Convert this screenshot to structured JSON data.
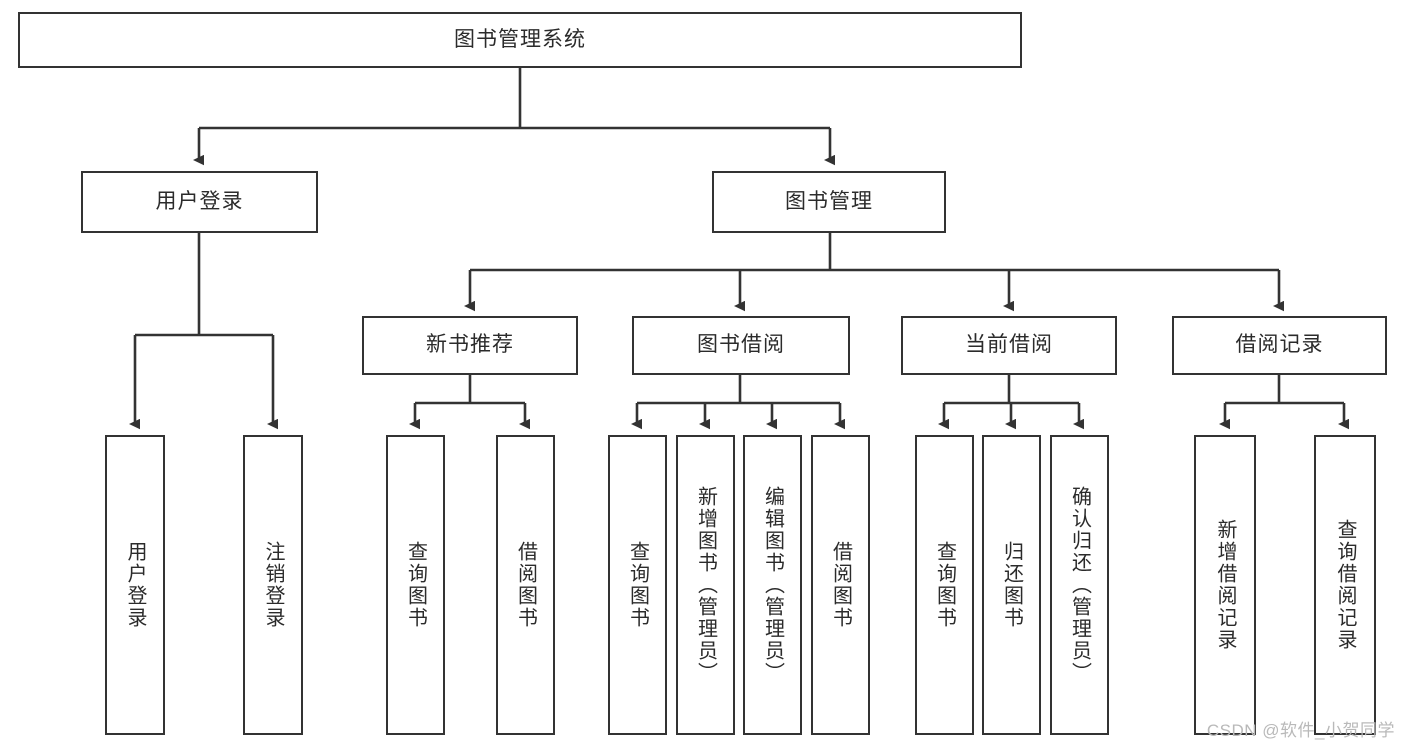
{
  "diagram": {
    "title": "图书管理系统",
    "type": "tree-hierarchy-diagram",
    "watermark": "CSDN @软件_小贺同学",
    "colors": {
      "box_border": "#333333",
      "box_fill": "#ffffff",
      "edge": "#333333",
      "text": "#2b2b2b",
      "watermark": "#b9b9b9"
    },
    "nodes": {
      "root": {
        "label": "图书管理系统"
      },
      "level2": [
        {
          "id": "user-login",
          "label": "用户登录"
        },
        {
          "id": "book-manage",
          "label": "图书管理"
        }
      ],
      "level3": [
        {
          "id": "new-book-recommend",
          "label": "新书推荐"
        },
        {
          "id": "book-borrow",
          "label": "图书借阅"
        },
        {
          "id": "current-borrow",
          "label": "当前借阅"
        },
        {
          "id": "borrow-record",
          "label": "借阅记录"
        }
      ],
      "leaves": {
        "user_login": [
          {
            "id": "leaf-user-login",
            "label": "用户登录"
          },
          {
            "id": "leaf-logout-login",
            "label": "注销登录"
          }
        ],
        "new_book_recommend": [
          {
            "id": "leaf-query-book-1",
            "label": "查询图书"
          },
          {
            "id": "leaf-borrow-book-1",
            "label": "借阅图书"
          }
        ],
        "book_borrow": [
          {
            "id": "leaf-query-book-2",
            "label": "查询图书"
          },
          {
            "id": "leaf-add-book",
            "label": "新增图书（管理员）"
          },
          {
            "id": "leaf-edit-book",
            "label": "编辑图书（管理员）"
          },
          {
            "id": "leaf-borrow-book-2",
            "label": "借阅图书"
          }
        ],
        "current_borrow": [
          {
            "id": "leaf-query-book-3",
            "label": "查询图书"
          },
          {
            "id": "leaf-return-book",
            "label": "归还图书"
          },
          {
            "id": "leaf-confirm-return",
            "label": "确认归还（管理员）"
          }
        ],
        "borrow_record": [
          {
            "id": "leaf-add-record",
            "label": "新增借阅记录"
          },
          {
            "id": "leaf-query-record",
            "label": "查询借阅记录"
          }
        ]
      }
    }
  }
}
